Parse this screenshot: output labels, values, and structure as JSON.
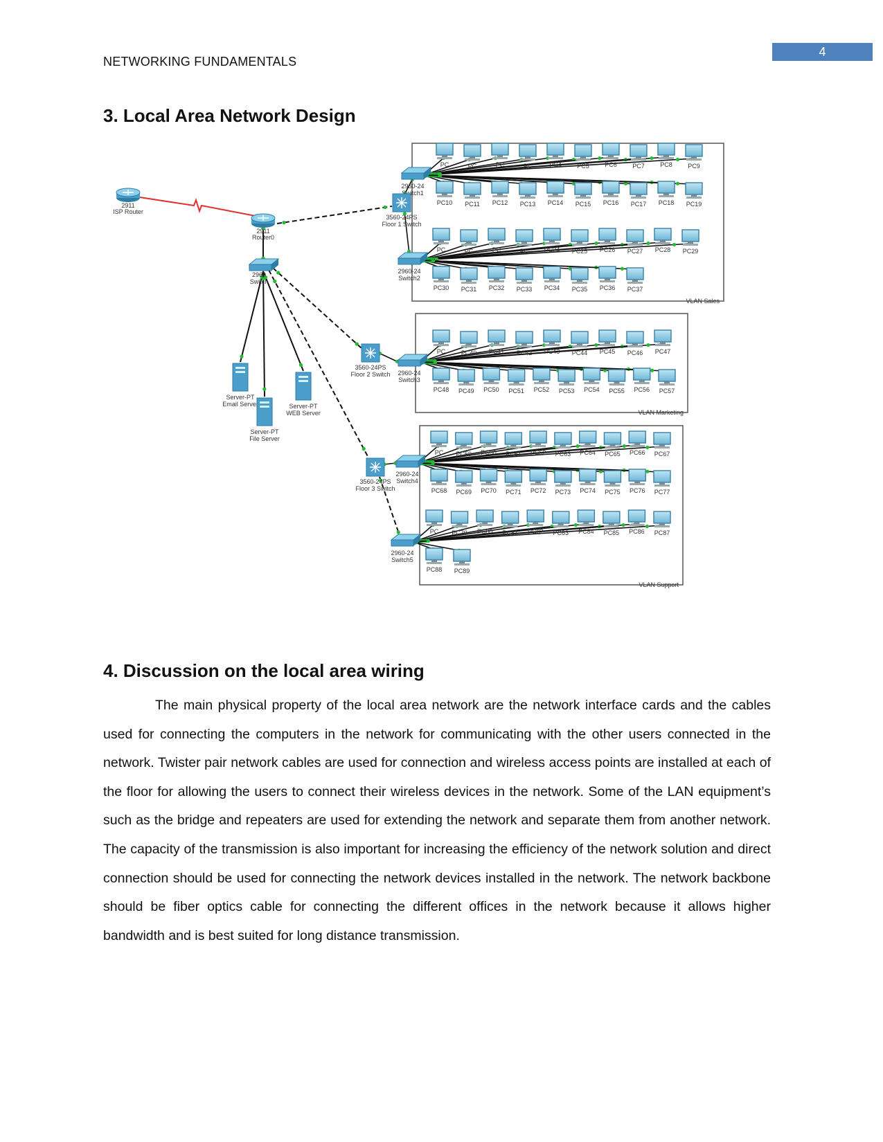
{
  "header": {
    "running_title": "NETWORKING FUNDAMENTALS",
    "page_number": "4",
    "accent_color": "#4f81bd"
  },
  "section3": {
    "heading": "3. Local Area Network Design"
  },
  "diagram": {
    "isp_router": "ISP Router",
    "isp_model": "2911",
    "router": "Router0",
    "router_model": "2911",
    "core_switch": "Switch",
    "core_switch_model": "2960",
    "vlans": [
      {
        "label": "VLAN Sales",
        "floor_switch": "Floor 1 Switch",
        "floor_switch_model": "3560-24PS",
        "access_switches": [
          {
            "model": "2960-24",
            "name": "Switch1",
            "row1": [
              "PC",
              "PC",
              "PC",
              "PC",
              "PC4",
              "PC5",
              "PC6",
              "PC7",
              "PC8",
              "PC9"
            ],
            "row2": [
              "PC10",
              "PC11",
              "PC12",
              "PC13",
              "PC14",
              "PC15",
              "PC16",
              "PC17",
              "PC18",
              "PC19"
            ]
          },
          {
            "model": "2960-24",
            "name": "Switch2",
            "row1": [
              "PC",
              "PC",
              "PC",
              "PC",
              "PC24",
              "PC25",
              "PC26",
              "PC27",
              "PC28",
              "PC29"
            ],
            "row2": [
              "PC30",
              "PC31",
              "PC32",
              "PC33",
              "PC34",
              "PC35",
              "PC36",
              "PC37"
            ]
          }
        ]
      },
      {
        "label": "VLAN Marketing",
        "floor_switch": "Floor 2 Switch",
        "floor_switch_model": "3560-24PS",
        "access_switches": [
          {
            "model": "2960-24",
            "name": "Switch3",
            "row1": [
              "PC",
              "PC40",
              "PC41",
              "PC42",
              "PC43",
              "PC44",
              "PC45",
              "PC46",
              "PC47"
            ],
            "row2": [
              "PC48",
              "PC49",
              "PC50",
              "PC51",
              "PC52",
              "PC53",
              "PC54",
              "PC55",
              "PC56",
              "PC57"
            ]
          }
        ]
      },
      {
        "label": "VLAN Support",
        "floor_switch": "Floor 3 Switch",
        "floor_switch_model": "3560-24PS",
        "access_switches": [
          {
            "model": "2960-24",
            "name": "Switch4",
            "row1": [
              "PC",
              "PC59",
              "PC60",
              "PC61",
              "PC62",
              "PC63",
              "PC64",
              "PC65",
              "PC66",
              "PC67"
            ],
            "row2": [
              "PC68",
              "PC69",
              "PC70",
              "PC71",
              "PC72",
              "PC73",
              "PC74",
              "PC75",
              "PC76",
              "PC77"
            ]
          },
          {
            "model": "2960-24",
            "name": "Switch5",
            "row1": [
              "PC",
              "PC79",
              "PC80",
              "PC81",
              "PC82",
              "PC83",
              "PC84",
              "PC85",
              "PC86",
              "PC87"
            ],
            "row2": [
              "PC88",
              "PC89"
            ]
          }
        ]
      }
    ],
    "servers": [
      {
        "type": "Server-PT",
        "name": "Email Server"
      },
      {
        "type": "Server-PT",
        "name": "File Server"
      },
      {
        "type": "Server-PT",
        "name": "WEB Server"
      }
    ],
    "colors": {
      "serial_link": "#e03030",
      "link_dot": "#22bb33",
      "device": "#4a9ec9",
      "cable": "#111111"
    }
  },
  "section4": {
    "heading": "4. Discussion on the local area wiring",
    "paragraph": "The main physical property of the local area network are the network interface cards and the cables used for connecting the computers in the network for communicating with the other users connected in the network. Twister pair network cables are used for connection and wireless access points are installed at each of the floor for allowing the users to connect their wireless devices in the network. Some of the LAN equipment’s such as the bridge and repeaters are used for extending the network and separate them from another network. The capacity of the transmission is also important for increasing the efficiency of the network solution and direct connection should be used for connecting the network devices installed in the network. The network backbone should be fiber optics cable for connecting the different offices in the network because it allows higher bandwidth and is best suited for long distance transmission."
  }
}
